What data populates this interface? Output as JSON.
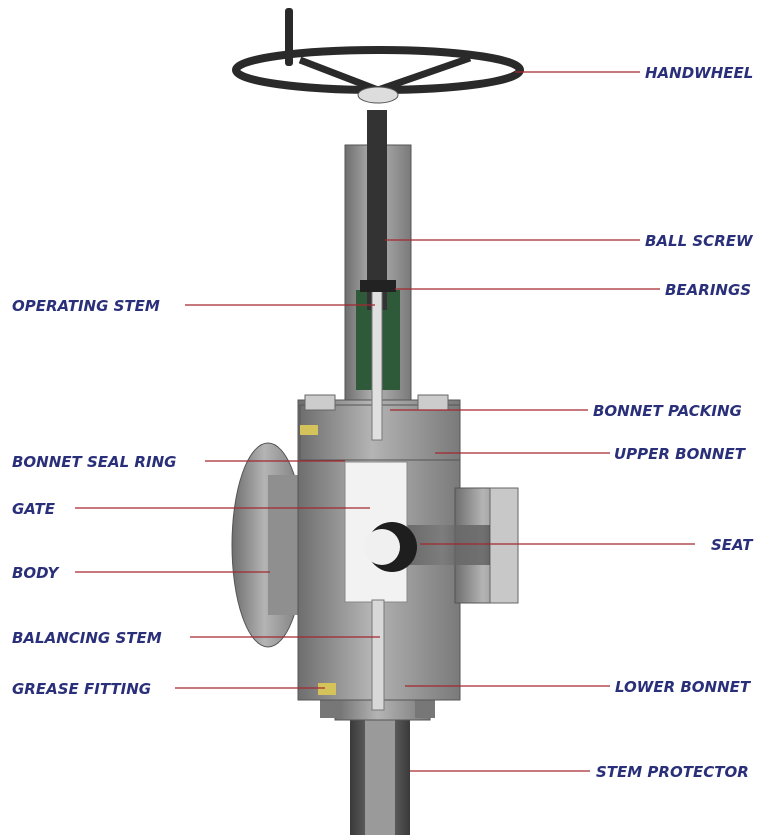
{
  "colors": {
    "label": "#2a2f7a",
    "leader_line": "#a3282e",
    "metal": "#8c8c8c"
  },
  "labels": {
    "handwheel": "HANDWHEEL",
    "ball_screw": "BALL SCREW",
    "bearings": "BEARINGS",
    "operating_stem": "OPERATING STEM",
    "bonnet_packing": "BONNET PACKING",
    "upper_bonnet": "UPPER BONNET",
    "bonnet_seal_ring": "BONNET SEAL RING",
    "gate": "GATE",
    "seat": "SEAT",
    "body": "BODY",
    "balancing_stem": "BALANCING STEM",
    "grease_fitting": "GREASE FITTING",
    "lower_bonnet": "LOWER BONNET",
    "stem_protector": "STEM PROTECTOR"
  }
}
